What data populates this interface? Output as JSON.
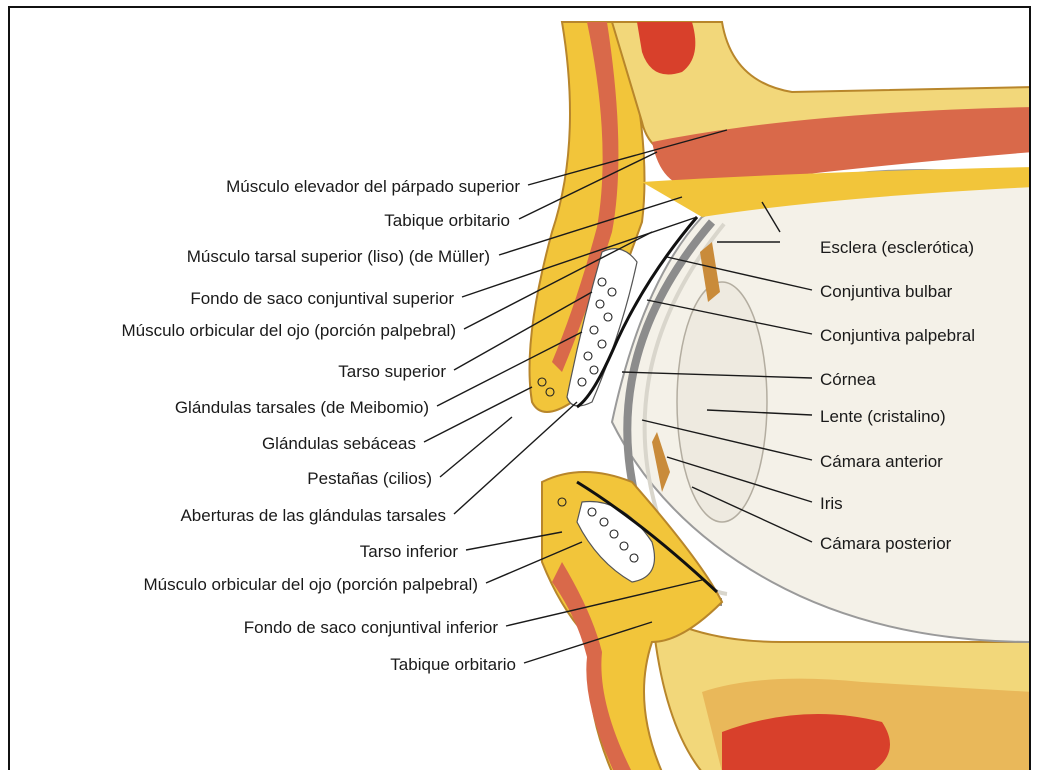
{
  "left_labels": [
    "Músculo elevador del párpado superior",
    "Tabique orbitario",
    "Músculo tarsal superior (liso) (de Müller)",
    "Fondo de saco conjuntival superior",
    "Músculo orbicular del ojo (porción palpebral)",
    "Tarso superior",
    "Glándulas tarsales (de Meibomio)",
    "Glándulas sebáceas",
    "Pestañas (cilios)",
    "Aberturas de las glándulas tarsales",
    "Tarso inferior",
    "Músculo orbicular del ojo (porción palpebral)",
    "Fondo de saco conjuntival inferior",
    "Tabique orbitario"
  ],
  "right_labels": [
    "Esclera (esclerótica)",
    "Conjuntiva bulbar",
    "Conjuntiva palpebral",
    "Córnea",
    "Lente (cristalino)",
    "Cámara anterior",
    "Iris",
    "Cámara posterior"
  ]
}
